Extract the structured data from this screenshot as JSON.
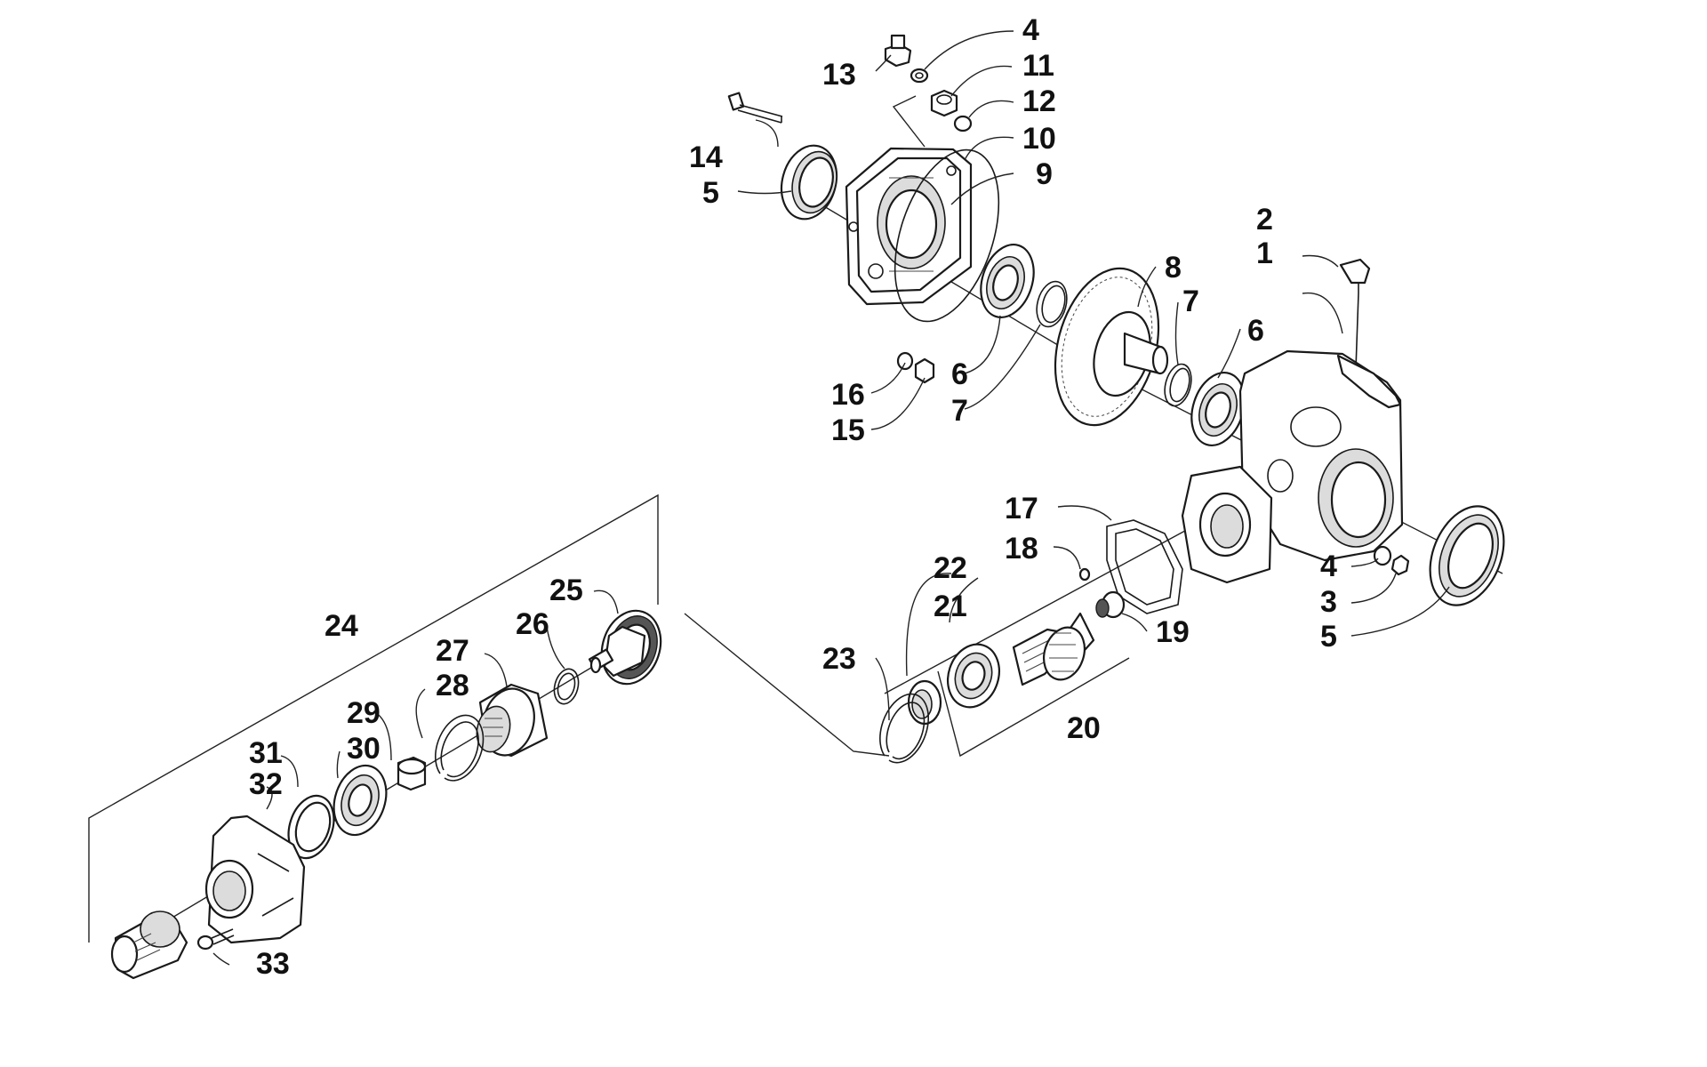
{
  "diagram": {
    "labels": [
      {
        "id": "l1",
        "text": "1"
      },
      {
        "id": "l2",
        "text": "2"
      },
      {
        "id": "l3",
        "text": "3"
      },
      {
        "id": "l4a",
        "text": "4"
      },
      {
        "id": "l4b",
        "text": "4"
      },
      {
        "id": "l5a",
        "text": "5"
      },
      {
        "id": "l5b",
        "text": "5"
      },
      {
        "id": "l6a",
        "text": "6"
      },
      {
        "id": "l6b",
        "text": "6"
      },
      {
        "id": "l7a",
        "text": "7"
      },
      {
        "id": "l7b",
        "text": "7"
      },
      {
        "id": "l8",
        "text": "8"
      },
      {
        "id": "l9",
        "text": "9"
      },
      {
        "id": "l10",
        "text": "10"
      },
      {
        "id": "l11",
        "text": "11"
      },
      {
        "id": "l12",
        "text": "12"
      },
      {
        "id": "l13",
        "text": "13"
      },
      {
        "id": "l14",
        "text": "14"
      },
      {
        "id": "l15",
        "text": "15"
      },
      {
        "id": "l16",
        "text": "16"
      },
      {
        "id": "l17",
        "text": "17"
      },
      {
        "id": "l18",
        "text": "18"
      },
      {
        "id": "l19",
        "text": "19"
      },
      {
        "id": "l20",
        "text": "20"
      },
      {
        "id": "l21",
        "text": "21"
      },
      {
        "id": "l22",
        "text": "22"
      },
      {
        "id": "l23",
        "text": "23"
      },
      {
        "id": "l24",
        "text": "24"
      },
      {
        "id": "l25",
        "text": "25"
      },
      {
        "id": "l26",
        "text": "26"
      },
      {
        "id": "l27",
        "text": "27"
      },
      {
        "id": "l28",
        "text": "28"
      },
      {
        "id": "l29",
        "text": "29"
      },
      {
        "id": "l30",
        "text": "30"
      },
      {
        "id": "l31",
        "text": "31"
      },
      {
        "id": "l32",
        "text": "32"
      },
      {
        "id": "l33",
        "text": "33"
      }
    ]
  }
}
